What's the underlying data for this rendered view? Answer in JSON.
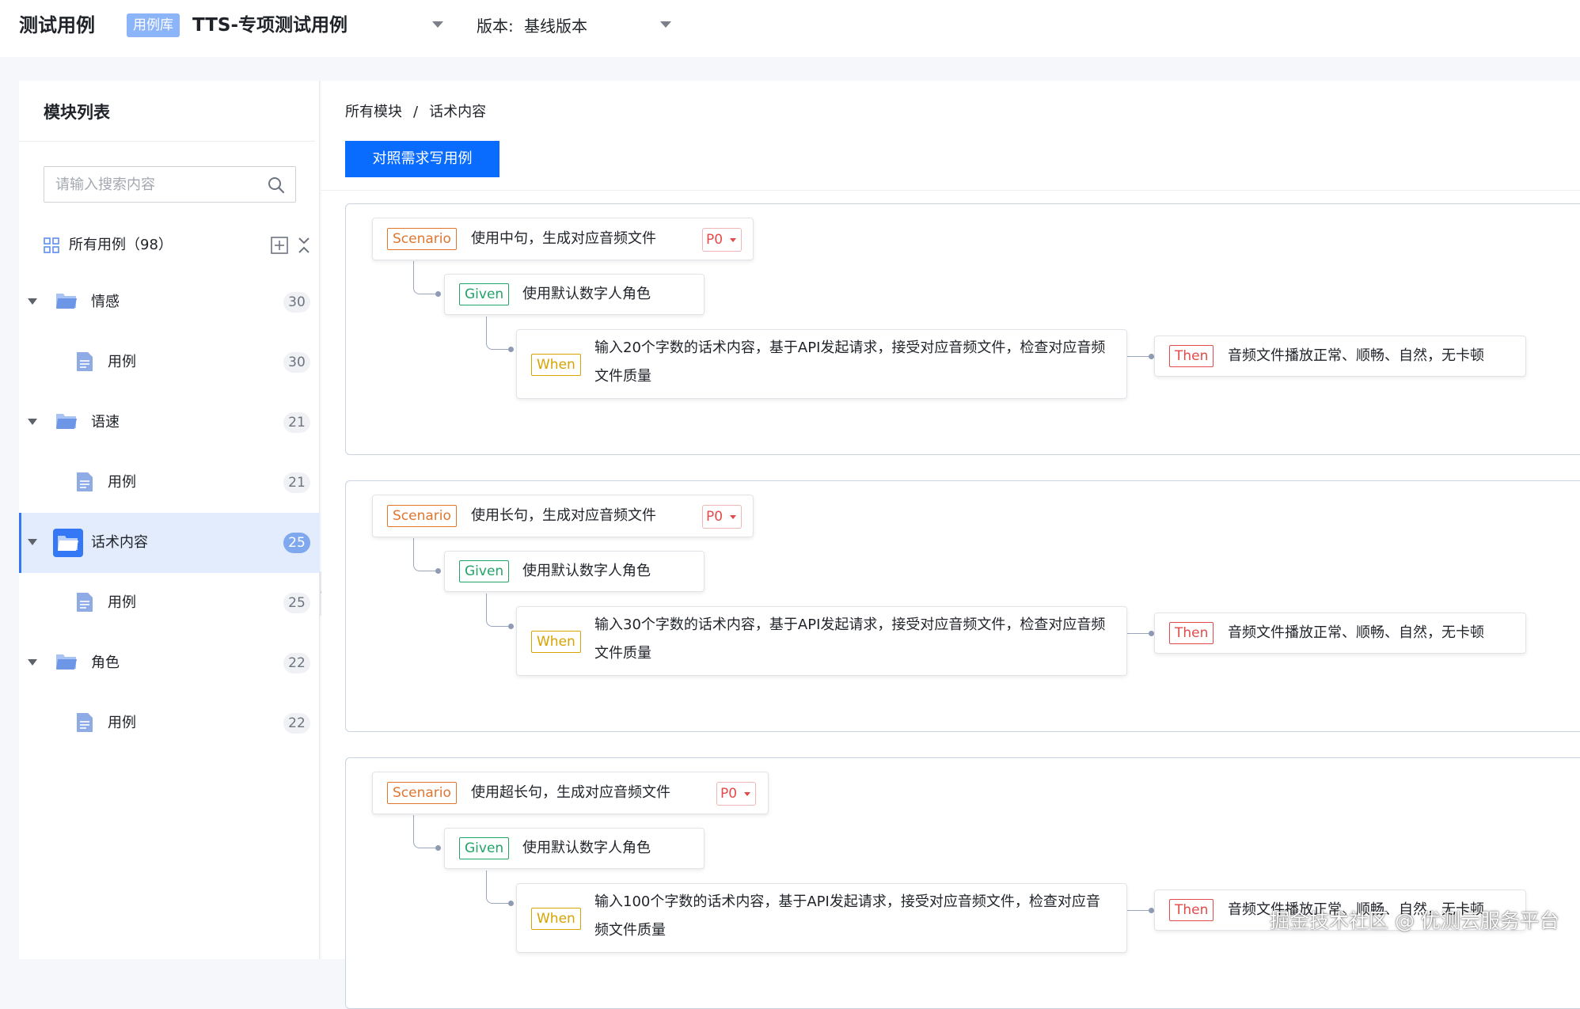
{
  "header": {
    "app_title": "测试用例",
    "library_badge": "用例库",
    "library_name": "TTS-专项测试用例",
    "version_label": "版本:",
    "version_value": "基线版本"
  },
  "sidebar": {
    "title": "模块列表",
    "search_placeholder": "请输入搜索内容",
    "all_cases_label": "所有用例（98）",
    "modules": [
      {
        "name": "情感",
        "count": "30",
        "child": {
          "name": "用例",
          "count": "30"
        }
      },
      {
        "name": "语速",
        "count": "21",
        "child": {
          "name": "用例",
          "count": "21"
        }
      },
      {
        "name": "话术内容",
        "count": "25",
        "child": {
          "name": "用例",
          "count": "25"
        },
        "selected": true
      },
      {
        "name": "角色",
        "count": "22",
        "child": {
          "name": "用例",
          "count": "22"
        }
      }
    ]
  },
  "main": {
    "breadcrumb": {
      "root": "所有模块",
      "separator": "/",
      "current": "话术内容"
    },
    "write_button": "对照需求写用例",
    "cases": [
      {
        "scenario_tag": "Scenario",
        "scenario": "使用中句，生成对应音频文件",
        "priority": "P0",
        "given_tag": "Given",
        "given": "使用默认数字人角色",
        "when_tag": "When",
        "when_line1": "输入20个字数的话术内容，基于API发起请求，接受对应音频文件，检查对应音频",
        "when_line2": "文件质量",
        "then_tag": "Then",
        "then": "音频文件播放正常、顺畅、自然，无卡顿"
      },
      {
        "scenario_tag": "Scenario",
        "scenario": "使用长句，生成对应音频文件",
        "priority": "P0",
        "given_tag": "Given",
        "given": "使用默认数字人角色",
        "when_tag": "When",
        "when_line1": "输入30个字数的话术内容，基于API发起请求，接受对应音频文件，检查对应音频",
        "when_line2": "文件质量",
        "then_tag": "Then",
        "then": "音频文件播放正常、顺畅、自然，无卡顿"
      },
      {
        "scenario_tag": "Scenario",
        "scenario": "使用超长句，生成对应音频文件",
        "priority": "P0",
        "given_tag": "Given",
        "given": "使用默认数字人角色",
        "when_tag": "When",
        "when_line1": "输入100个字数的话术内容，基于API发起请求，接受对应音频文件，检查对应音",
        "when_line2": "频文件质量",
        "then_tag": "Then",
        "then": "音频文件播放正常、顺畅、自然，无卡顿"
      }
    ]
  },
  "watermark": "掘金技术社区 @ 优测云服务平台",
  "colors": {
    "primary": "#0a6cff",
    "selected_bg": "#e3ecfc",
    "scenario": "#e0762e",
    "given": "#21a466",
    "when": "#d7a300",
    "then": "#e34a4a"
  }
}
